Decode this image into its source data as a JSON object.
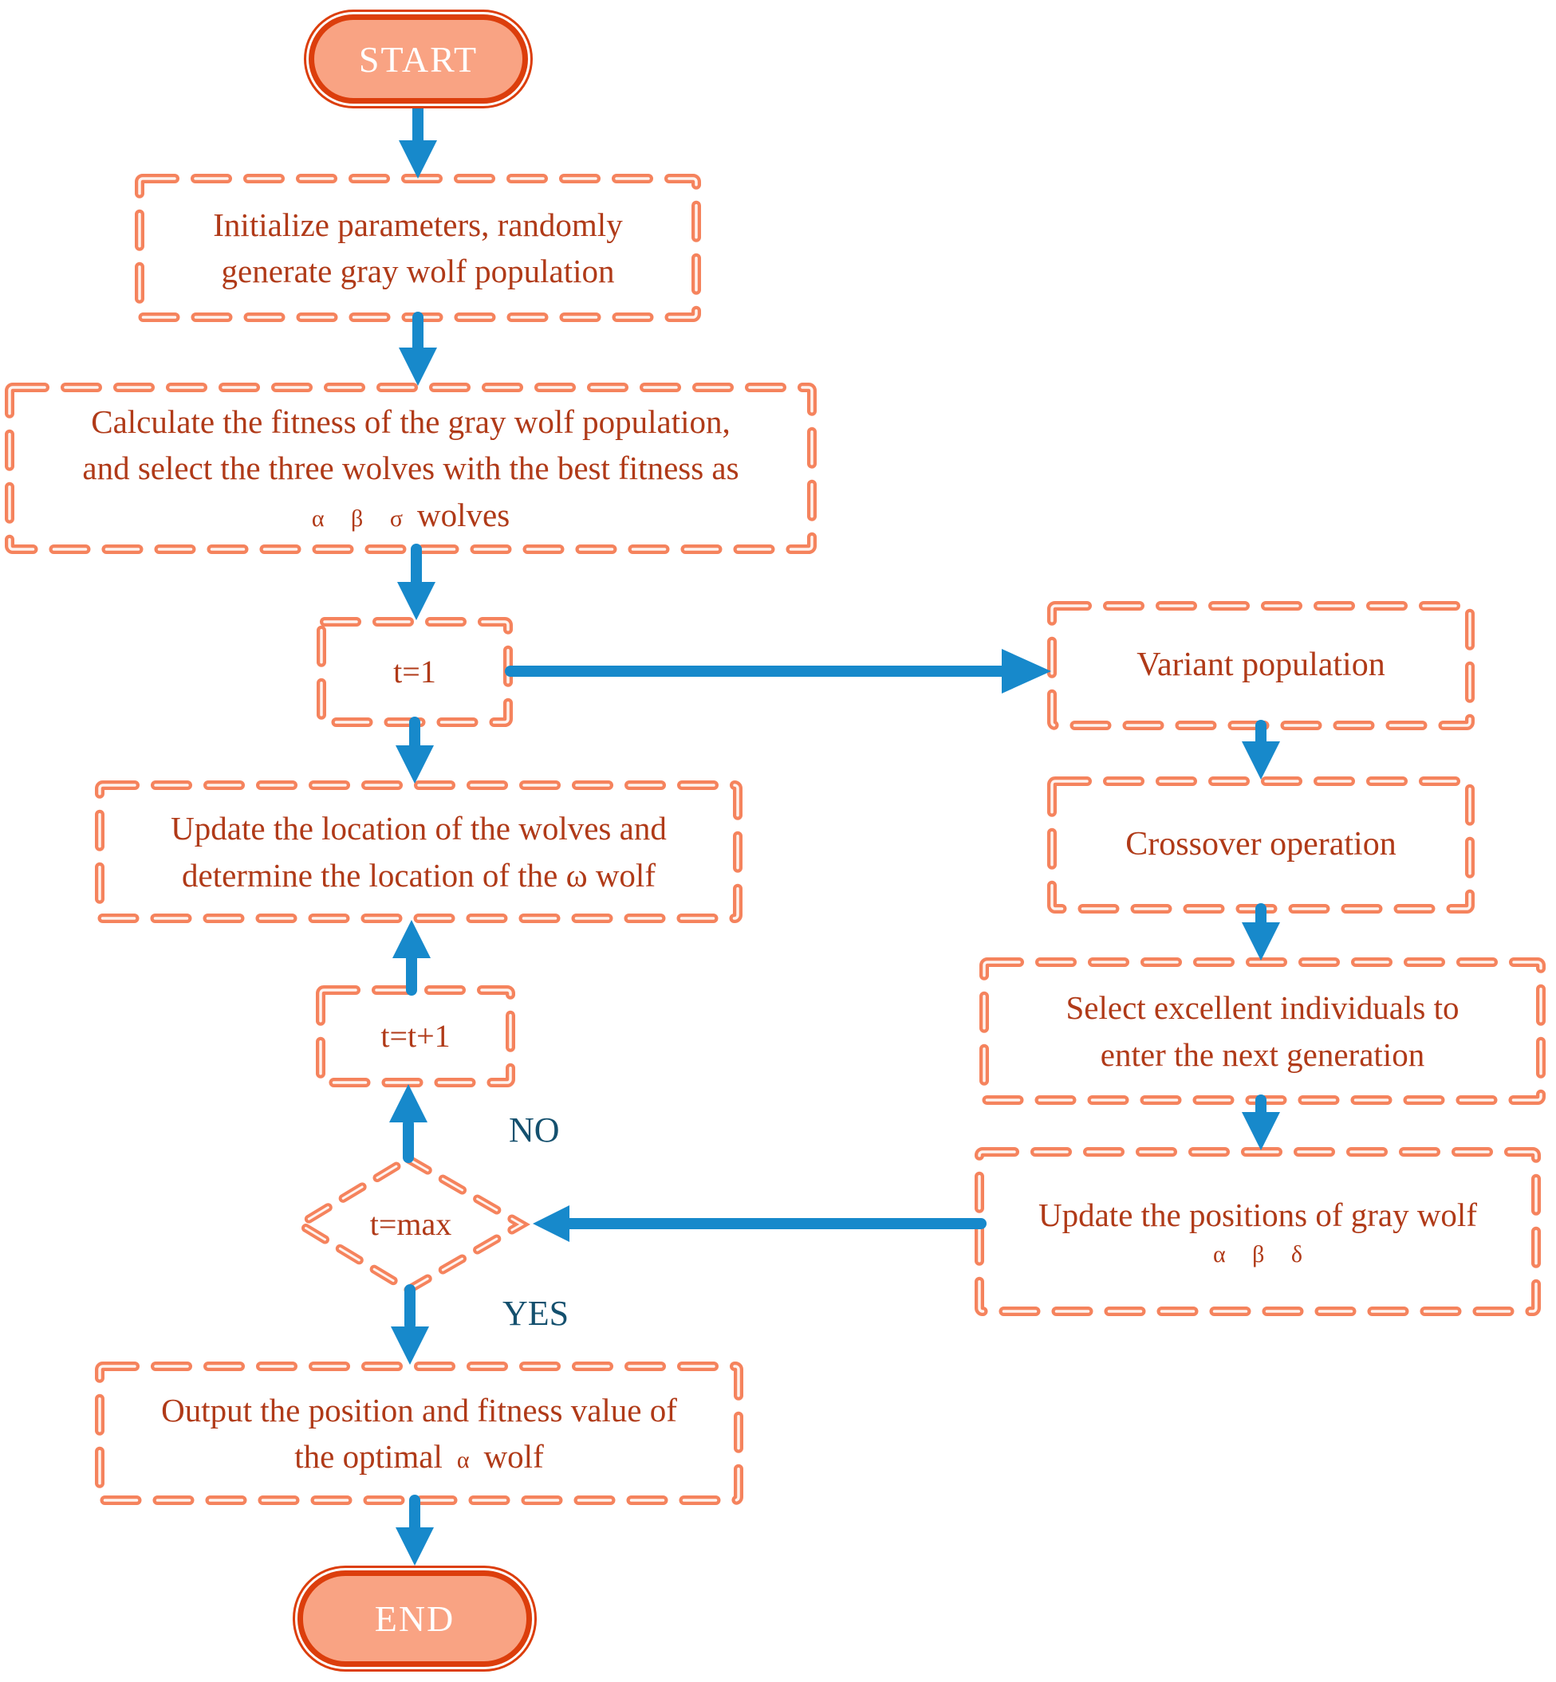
{
  "palette": {
    "dash": "#F5835D",
    "ink": "#B03A18",
    "arrow": "#1789CB",
    "fill": "#F9A383",
    "edge": "#DC3E0C",
    "decision": "#14506E"
  },
  "nodes": {
    "start": {
      "label": "START"
    },
    "initialize": {
      "line1": "Initialize parameters, randomly",
      "line2": "generate gray wolf population"
    },
    "calculate": {
      "line1": "Calculate the fitness of the gray wolf population,",
      "line2": "and select the three wolves with the best fitness as",
      "greek": "α β σ",
      "suffix": "wolves"
    },
    "t_init": {
      "label": "t=1"
    },
    "variant": {
      "label": "Variant population"
    },
    "crossover": {
      "label": "Crossover operation"
    },
    "select": {
      "line1": "Select excellent individuals to",
      "line2": "enter the next generation"
    },
    "update_positions": {
      "line1": "Update the positions of gray wolf",
      "greek": "α β δ"
    },
    "update_location": {
      "line1": "Update the location of the wolves and",
      "line2": "determine the location of the ω wolf"
    },
    "t_increment": {
      "label": "t=t+1"
    },
    "decision": {
      "label": "t=max",
      "no": "NO",
      "yes": "YES"
    },
    "output": {
      "line1": "Output the position and fitness value of",
      "line2_prefix": "the optimal",
      "line2_greek": "α",
      "line2_suffix": "wolf"
    },
    "end": {
      "label": "END"
    }
  }
}
